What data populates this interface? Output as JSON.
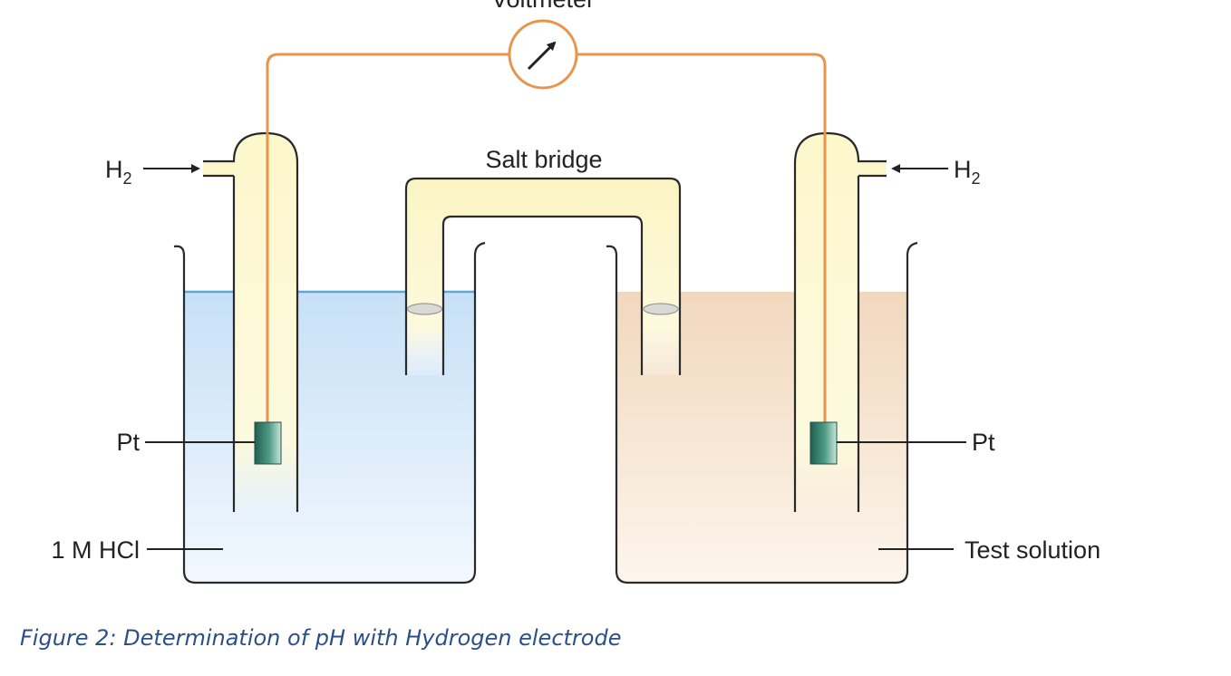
{
  "labels": {
    "voltmeter": "Voltmeter",
    "salt_bridge": "Salt bridge",
    "h2_left_main": "H",
    "h2_left_sub": "2",
    "h2_right_main": "H",
    "h2_right_sub": "2",
    "pt_left": "Pt",
    "pt_right": "Pt",
    "solution_left": "1 M HCl",
    "solution_right": "Test solution"
  },
  "caption": "Figure 2: Determination of pH with Hydrogen electrode",
  "colors": {
    "wire": "#e8944a",
    "tube_fill": "#fdf8d0",
    "left_solution": "#cfe5f7",
    "right_solution": "#f3dcc2",
    "electrode_plate": "#2f7a68",
    "outline": "#2a2a2a"
  }
}
